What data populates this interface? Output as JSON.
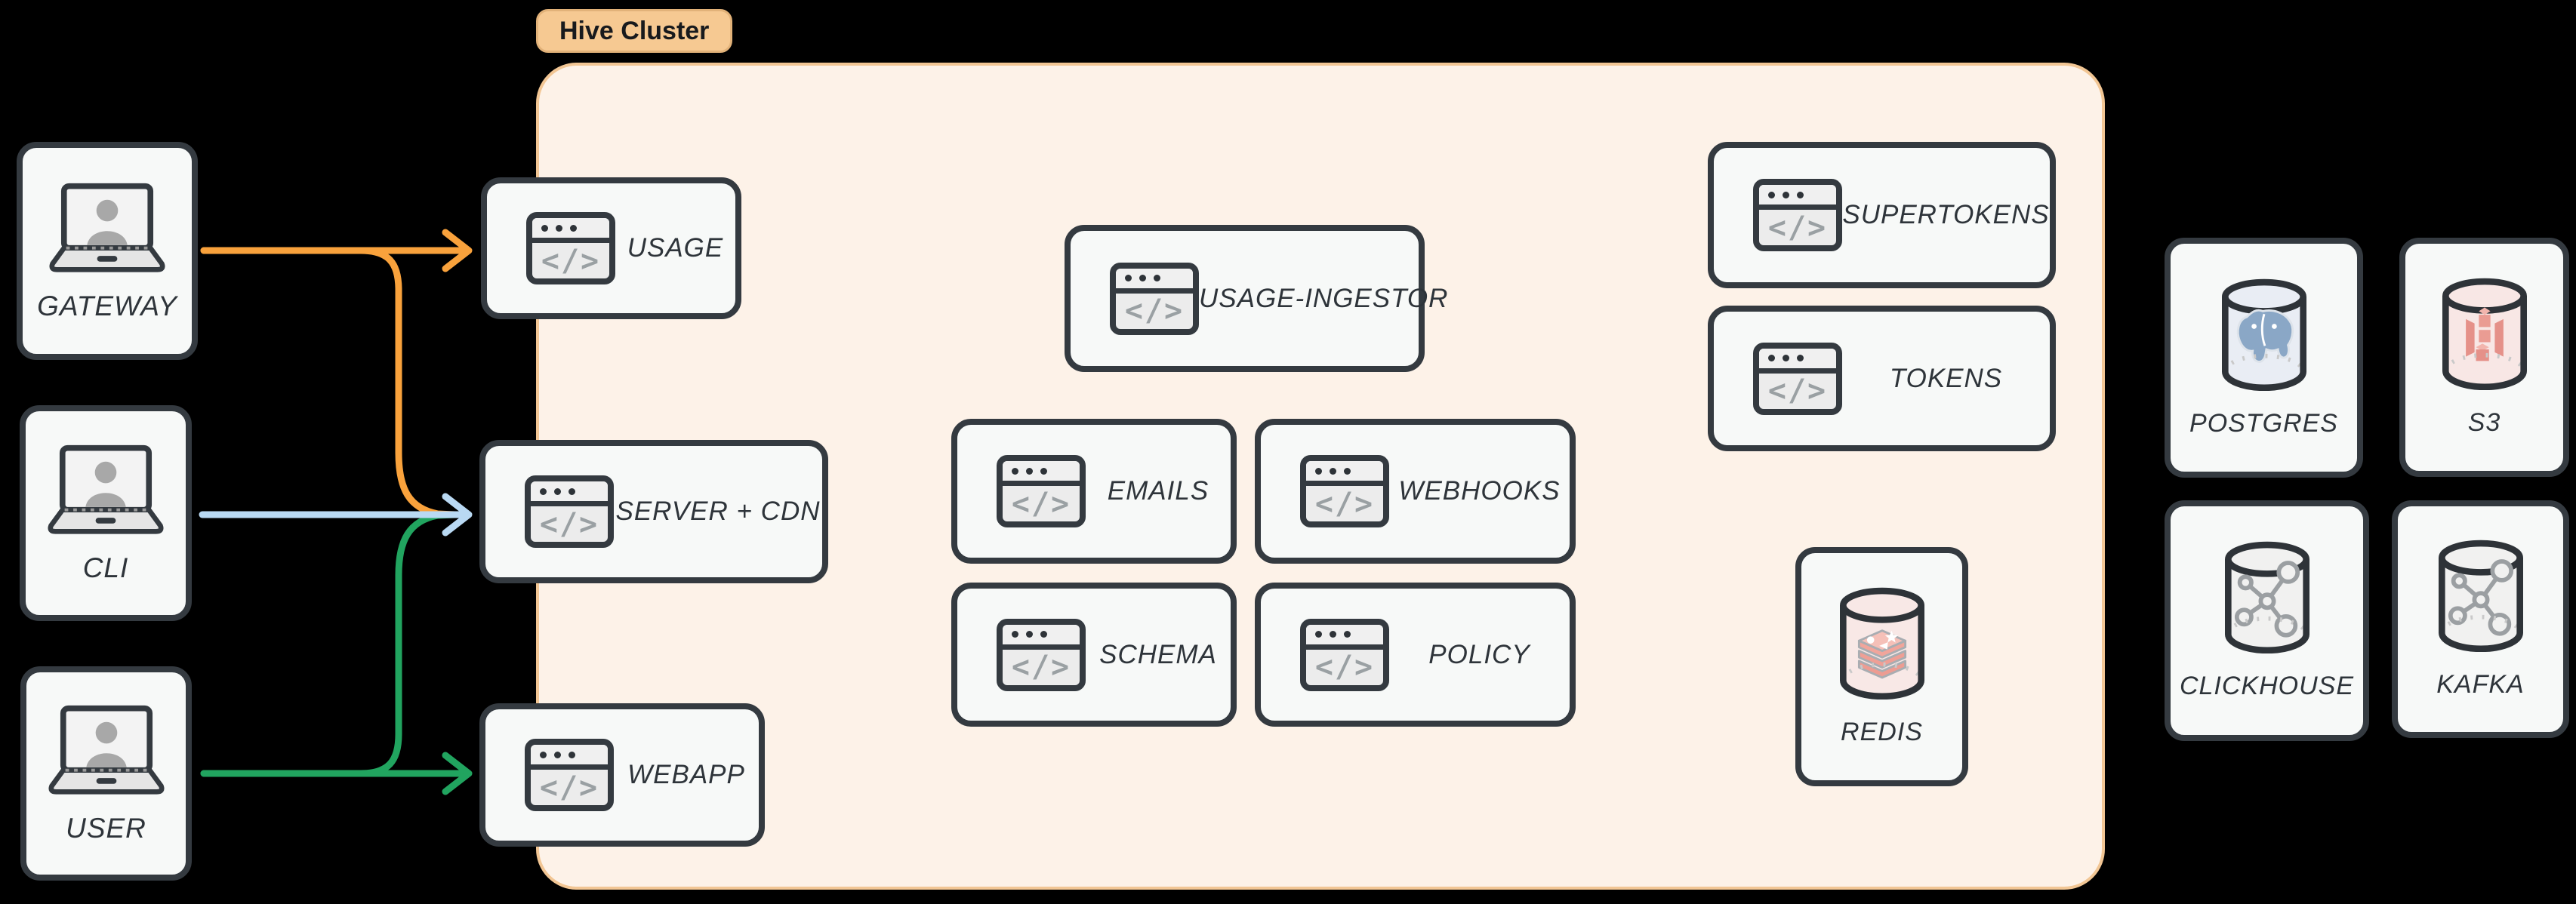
{
  "cluster": {
    "label": "Hive Cluster"
  },
  "clients": [
    {
      "label": "GATEWAY"
    },
    {
      "label": "CLI"
    },
    {
      "label": "USER"
    }
  ],
  "services": {
    "usage": {
      "label": "USAGE"
    },
    "server_cdn": {
      "label": "SERVER + CDN"
    },
    "webapp": {
      "label": "WEBAPP"
    },
    "usage_ingestor": {
      "label": "USAGE-INGESTOR"
    },
    "emails": {
      "label": "EMAILS"
    },
    "webhooks": {
      "label": "WEBHOOKS"
    },
    "schema": {
      "label": "SCHEMA"
    },
    "policy": {
      "label": "POLICY"
    },
    "supertokens": {
      "label": "SUPERTOKENS"
    },
    "tokens": {
      "label": "TOKENS"
    },
    "redis": {
      "label": "REDIS"
    }
  },
  "external": {
    "postgres": {
      "label": "POSTGRES"
    },
    "s3": {
      "label": "S3"
    },
    "clickhouse": {
      "label": "CLICKHOUSE"
    },
    "kafka": {
      "label": "KAFKA"
    }
  },
  "icons": {
    "code_glyph": "</>"
  },
  "colors": {
    "background": "#000000",
    "node_fill": "#f7f9f8",
    "node_border": "#343a40",
    "label_text": "#2e343a",
    "cluster_fill": "#fdf2e8",
    "cluster_border": "#f2c694",
    "cluster_tag_fill": "#f6c992",
    "arrow_orange": "#f9a23c",
    "arrow_blue": "#b9d9f3",
    "arrow_green": "#21a45f"
  },
  "connections": [
    {
      "from": "GATEWAY",
      "to": "USAGE",
      "color": "#f9a23c"
    },
    {
      "from": "GATEWAY",
      "to": "SERVER + CDN",
      "color": "#f9a23c"
    },
    {
      "from": "CLI",
      "to": "SERVER + CDN",
      "color": "#b9d9f3"
    },
    {
      "from": "USER",
      "to": "SERVER + CDN",
      "color": "#21a45f"
    },
    {
      "from": "USER",
      "to": "WEBAPP",
      "color": "#21a45f"
    }
  ]
}
